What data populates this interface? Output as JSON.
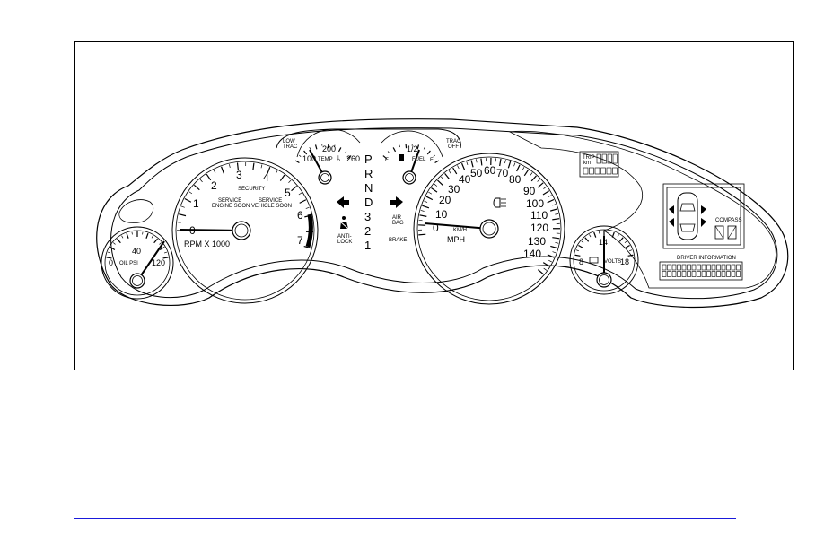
{
  "tachometer": {
    "numbers": [
      "0",
      "1",
      "2",
      "3",
      "4",
      "5",
      "6",
      "7"
    ],
    "unit_label": "RPM X 1000",
    "security_label": "SECURITY",
    "service_engine_label": [
      "SERVICE",
      "ENGINE SOON"
    ],
    "service_vehicle_label": [
      "SERVICE",
      "VEHICLE SOON"
    ]
  },
  "oil_gauge": {
    "numbers": [
      "0",
      "40",
      "120"
    ],
    "label": "OIL PSI"
  },
  "temp_gauge": {
    "numbers": [
      "100",
      "200",
      "260"
    ],
    "label": "TEMP"
  },
  "fuel_gauge": {
    "numbers": [
      "E",
      "1/2",
      "F"
    ],
    "label": "FUEL"
  },
  "low_trac": [
    "LOW",
    "TRAC"
  ],
  "trac_off": [
    "TRAC",
    "OFF"
  ],
  "prndl": [
    "P",
    "R",
    "N",
    "D",
    "3",
    "2",
    "1"
  ],
  "warning_labels": {
    "anti_lock": [
      "ANTI-",
      "LOCK"
    ],
    "air_bag": [
      "AIR",
      "BAG"
    ],
    "brake": "BRAKE"
  },
  "speedometer": {
    "numbers": [
      "0",
      "10",
      "20",
      "30",
      "40",
      "50",
      "60",
      "70",
      "80",
      "90",
      "100",
      "110",
      "120",
      "130",
      "140"
    ],
    "unit_label": "MPH",
    "km_label": "KM/H"
  },
  "volt_gauge": {
    "numbers": [
      "8",
      "14",
      "18"
    ],
    "label": "VOLTS"
  },
  "trip_label": [
    "TRIP",
    "km"
  ],
  "compass_label": "COMPASS",
  "driver_info_label": "DRIVER INFORMATION",
  "colors": {
    "line": "#000000",
    "rule": "#1a1adb",
    "background": "#ffffff"
  }
}
